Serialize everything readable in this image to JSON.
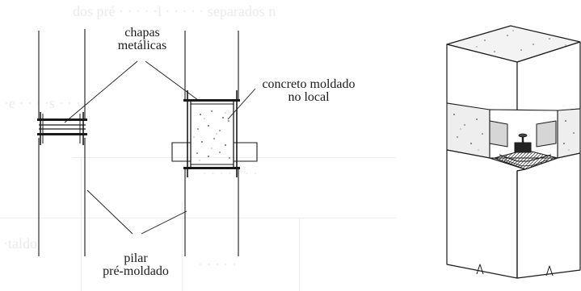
{
  "labels": {
    "steel_plates_line1": "chapas",
    "steel_plates_line2": "metálicas",
    "cast_concrete_line1": "concreto moldado",
    "cast_concrete_line2": "no local",
    "precast_pillar_line1": "pilar",
    "precast_pillar_line2": "pré-moldado"
  },
  "colors": {
    "ink": "#1a1a1a",
    "ghost_text": "#ebebeb",
    "background": "#ffffff"
  }
}
